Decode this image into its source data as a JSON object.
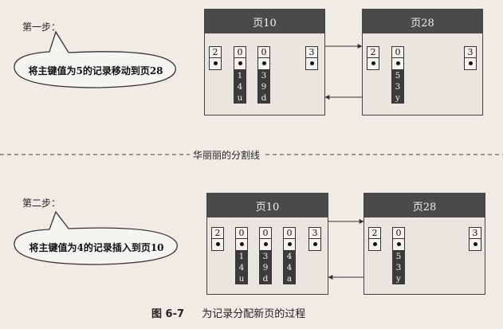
{
  "steps": [
    {
      "label": "第一步：",
      "bubble": "将主键值为5的记录移动到页28",
      "pages": [
        {
          "title": "页10",
          "records": [
            {
              "head": "2",
              "data": []
            },
            {
              "head": "0",
              "data": [
                "1",
                "4",
                "u"
              ]
            },
            {
              "head": "0",
              "data": [
                "3",
                "9",
                "d"
              ]
            },
            {
              "head": "3",
              "data": []
            }
          ]
        },
        {
          "title": "页28",
          "records": [
            {
              "head": "2",
              "data": []
            },
            {
              "head": "0",
              "data": [
                "5",
                "3",
                "y"
              ]
            },
            {
              "head": "3",
              "data": []
            }
          ]
        }
      ]
    },
    {
      "label": "第二步：",
      "bubble": "将主键值为4的记录插入到页10",
      "pages": [
        {
          "title": "页10",
          "records": [
            {
              "head": "2",
              "data": []
            },
            {
              "head": "0",
              "data": [
                "1",
                "4",
                "u"
              ]
            },
            {
              "head": "0",
              "data": [
                "3",
                "9",
                "d"
              ]
            },
            {
              "head": "0",
              "data": [
                "4",
                "4",
                "a"
              ]
            },
            {
              "head": "3",
              "data": []
            }
          ]
        },
        {
          "title": "页28",
          "records": [
            {
              "head": "2",
              "data": []
            },
            {
              "head": "0",
              "data": [
                "5",
                "3",
                "y"
              ]
            },
            {
              "head": "3",
              "data": []
            }
          ]
        }
      ]
    }
  ],
  "divider": "华丽丽的分割线",
  "caption": {
    "number": "图 6-7",
    "text": "为记录分配新页的过程"
  }
}
